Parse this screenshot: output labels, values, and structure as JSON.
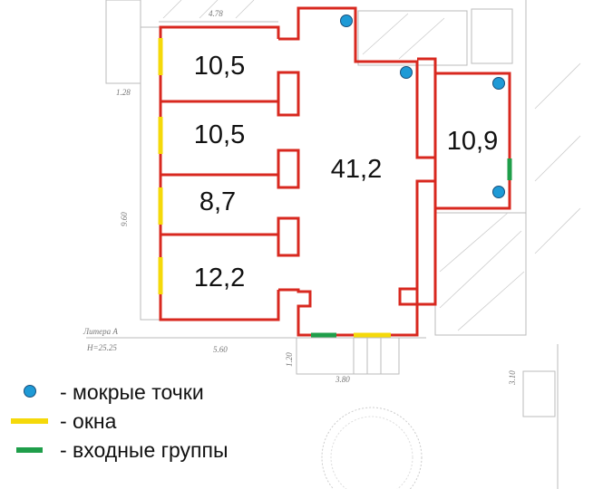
{
  "rooms": [
    {
      "id": "room-1",
      "area": "10,5"
    },
    {
      "id": "room-2",
      "area": "10,5"
    },
    {
      "id": "room-3",
      "area": "8,7"
    },
    {
      "id": "room-4",
      "area": "12,2"
    },
    {
      "id": "hall",
      "area": "41,2"
    },
    {
      "id": "room-5",
      "area": "10,9"
    }
  ],
  "plan_annotations": {
    "litera": "Литера А",
    "height": "Н=25.25",
    "dim_top": "4.78",
    "dim_bottom": "5.60",
    "dim_left": "9.60",
    "dim_left_top": "1.28",
    "dim_porch_w": "3.80",
    "dim_porch_h": "1.20",
    "dim_right": "3.10"
  },
  "legend": [
    {
      "symbol": "blue-dot",
      "label": "- мокрые точки",
      "color": "#1e9ad6"
    },
    {
      "symbol": "yellow-line",
      "label": "- окна",
      "color": "#f5d90a"
    },
    {
      "symbol": "green-line",
      "label": "- входные группы",
      "color": "#1f9e4a"
    }
  ],
  "colors": {
    "walls": "#d8281f",
    "wet_points": "#1e9ad6",
    "windows": "#f5d90a",
    "entrances": "#1f9e4a"
  }
}
